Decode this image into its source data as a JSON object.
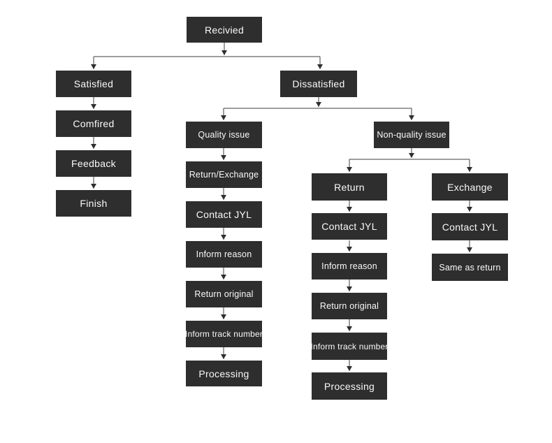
{
  "diagram": {
    "type": "flowchart",
    "description_colors": {
      "box_background": "#2e2e2e",
      "box_text": "#fafafa",
      "connector_line": "#3c3c3c",
      "page_background": "#ffffff"
    }
  },
  "nodes": {
    "received": {
      "label": "Recivied"
    },
    "satisfied": {
      "label": "Satisfied"
    },
    "comfired": {
      "label": "Comfired"
    },
    "feedback": {
      "label": "Feedback"
    },
    "finish": {
      "label": "Finish"
    },
    "dissatisfied": {
      "label": "Dissatisfied"
    },
    "quality_issue": {
      "label": "Quality issue"
    },
    "return_exchange": {
      "label": "Return/Exchange"
    },
    "contact_jyl_q": {
      "label": "Contact JYL"
    },
    "inform_reason_q": {
      "label": "Inform reason"
    },
    "return_original_q": {
      "label": "Return original"
    },
    "inform_track_q": {
      "label": "Inform track number"
    },
    "processing_q": {
      "label": "Processing"
    },
    "non_quality_issue": {
      "label": "Non-quality issue"
    },
    "return_n": {
      "label": "Return"
    },
    "contact_jyl_r": {
      "label": "Contact JYL"
    },
    "inform_reason_r": {
      "label": "Inform reason"
    },
    "return_original_r": {
      "label": "Return original"
    },
    "inform_track_r": {
      "label": "Inform track number"
    },
    "processing_r": {
      "label": "Processing"
    },
    "exchange": {
      "label": "Exchange"
    },
    "contact_jyl_e": {
      "label": "Contact JYL"
    },
    "same_as_return": {
      "label": "Same as return"
    }
  },
  "edges": [
    "Recivied -> Satisfied",
    "Recivied -> Dissatisfied",
    "Satisfied -> Comfired -> Feedback -> Finish",
    "Dissatisfied -> Quality issue",
    "Dissatisfied -> Non-quality issue",
    "Quality issue -> Return/Exchange -> Contact JYL -> Inform reason -> Return original -> Inform track number -> Processing",
    "Non-quality issue -> Return",
    "Non-quality issue -> Exchange",
    "Return -> Contact JYL -> Inform reason -> Return original -> Inform track number -> Processing",
    "Exchange -> Contact JYL -> Same as return"
  ]
}
